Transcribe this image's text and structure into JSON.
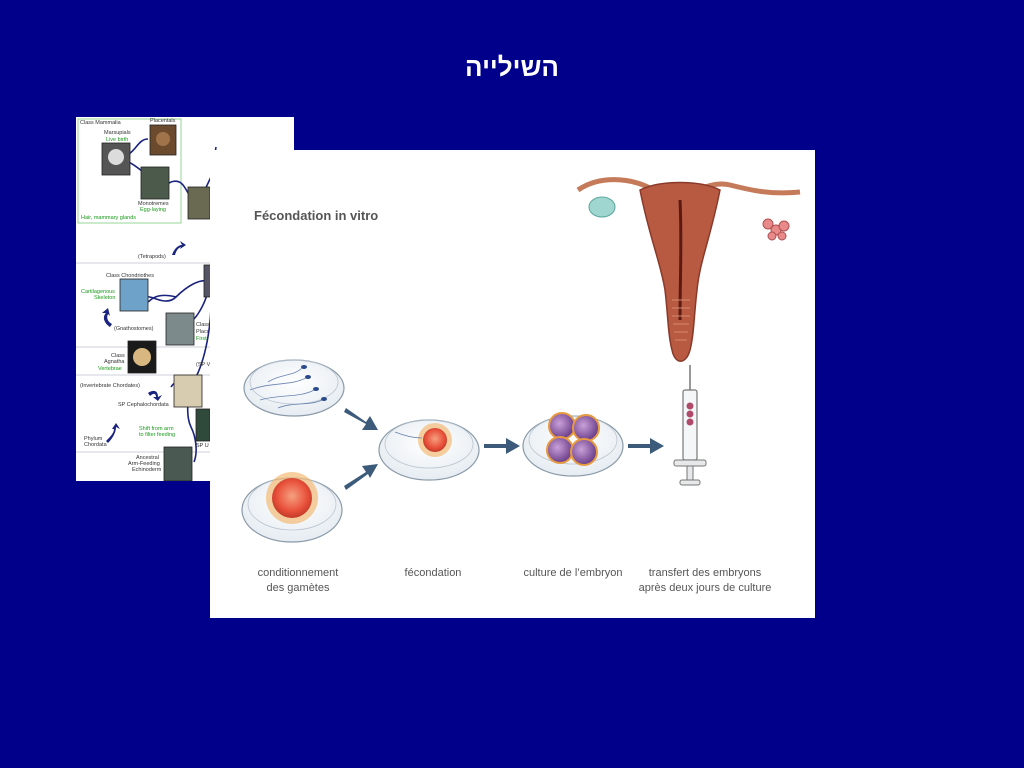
{
  "slide": {
    "title": "השילייה"
  },
  "tree": {
    "class_mammalia": "Class Mammalia",
    "placentals": "Placentals",
    "marsupials": "Marsupials",
    "live_birth": "Live birth",
    "monotremes": "Monotremes",
    "egg_laying": "Egg-laying",
    "hair": "Hair, mammary glands",
    "tetrapods": "(Tetrapods)",
    "chondriothes": "Class Chondriothes",
    "cartilagenous": "Cartilagenous",
    "skeleton": "Skeleton",
    "gnathostomes": "(Gnathostomes)",
    "class_cut": "Class",
    "placo_cut": "Placo",
    "first_cut": "First",
    "class_agnatha_1": "Class",
    "class_agnatha_2": "Agnatha",
    "vertebrae": "Vertebrae",
    "sp_v_cut": "(SP V",
    "invertebrate": "(Invertebrate Chordates)",
    "cephalochordata": "SP Cephalochordata",
    "phylum": "Phylum",
    "chordata": "Chordata",
    "shift_1": "Shift from arm",
    "shift_2": "to filter feeding",
    "sp_u_cut": "SP U",
    "ancestral_1": "Ancestral",
    "ancestral_2": "Arm-Feeding",
    "ancestral_3": "Echinoderm"
  },
  "ivf": {
    "title": "Fécondation in vitro",
    "cap1_line1": "conditionnement",
    "cap1_line2": "des gamètes",
    "cap2": "fécondation",
    "cap3": "culture de l’embryon",
    "cap4_line1": "transfert des embryons",
    "cap4_line2": "après deux jours de culture"
  },
  "colors": {
    "background": "#00008b",
    "tree_branch": "#1a237e",
    "arrow": "#3c5a7a",
    "green_text": "#1a9a1a",
    "egg": "#e8503a"
  }
}
